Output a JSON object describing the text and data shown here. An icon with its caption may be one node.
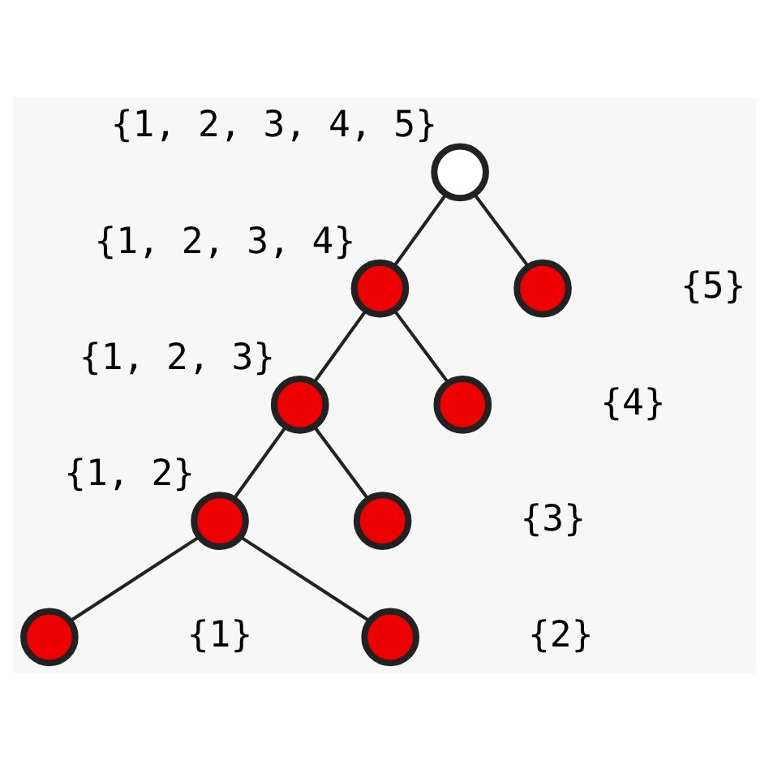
{
  "diagram": {
    "nodes": [
      {
        "text": [],
        "shape": "circle",
        "beside": [
          "{1, 2, 3, 4, 5}"
        ]
      },
      {
        "text": [],
        "shape": "circle",
        "beside": [
          "{1, 2, 3, 4}"
        ]
      },
      {
        "text": [],
        "shape": "circle",
        "beside": [
          "{5}"
        ]
      },
      {
        "text": [],
        "shape": "circle",
        "beside": [
          "{1, 2, 3}"
        ]
      },
      {
        "text": [],
        "shape": "circle",
        "beside": [
          "{4}"
        ]
      },
      {
        "text": [],
        "shape": "circle",
        "beside": [
          "{1, 2}"
        ]
      },
      {
        "text": [],
        "shape": "circle",
        "beside": [
          "{3}"
        ]
      },
      {
        "text": [],
        "shape": "circle",
        "beside": [
          "{1}"
        ]
      },
      {
        "text": [],
        "shape": "circle",
        "beside": [
          "{2}"
        ]
      }
    ],
    "edges": [
      {
        "from": 0,
        "to": 1,
        "arrow": "none"
      },
      {
        "from": 0,
        "to": 2,
        "arrow": "none"
      },
      {
        "from": 1,
        "to": 3,
        "arrow": "none"
      },
      {
        "from": 1,
        "to": 4,
        "arrow": "none"
      },
      {
        "from": 3,
        "to": 5,
        "arrow": "none"
      },
      {
        "from": 3,
        "to": 6,
        "arrow": "none"
      },
      {
        "from": 5,
        "to": 7,
        "arrow": "none"
      },
      {
        "from": 5,
        "to": 8,
        "arrow": "none"
      }
    ]
  }
}
